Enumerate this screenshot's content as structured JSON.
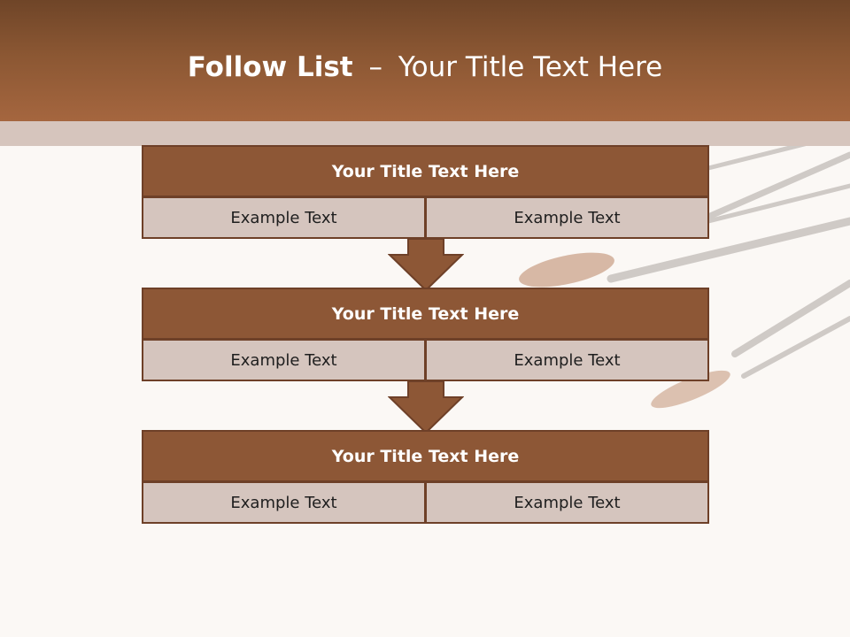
{
  "slide": {
    "title_bold": "Follow List",
    "title_separator": "–",
    "title_rest": "Your Title Text Here"
  },
  "steps": [
    {
      "title": "Your Title Text Here",
      "cells": [
        "Example Text",
        "Example Text"
      ]
    },
    {
      "title": "Your Title Text Here",
      "cells": [
        "Example Text",
        "Example Text"
      ]
    },
    {
      "title": "Your Title Text Here",
      "cells": [
        "Example Text",
        "Example Text"
      ]
    }
  ],
  "colors": {
    "header": "#8b5733",
    "row_title": "#8d5736",
    "row_cell": "#d5c5be",
    "border": "#6e4028",
    "background": "#fbf8f5"
  },
  "icons": {
    "connector": "down-arrow-icon",
    "background": "paint-brushes-image"
  }
}
